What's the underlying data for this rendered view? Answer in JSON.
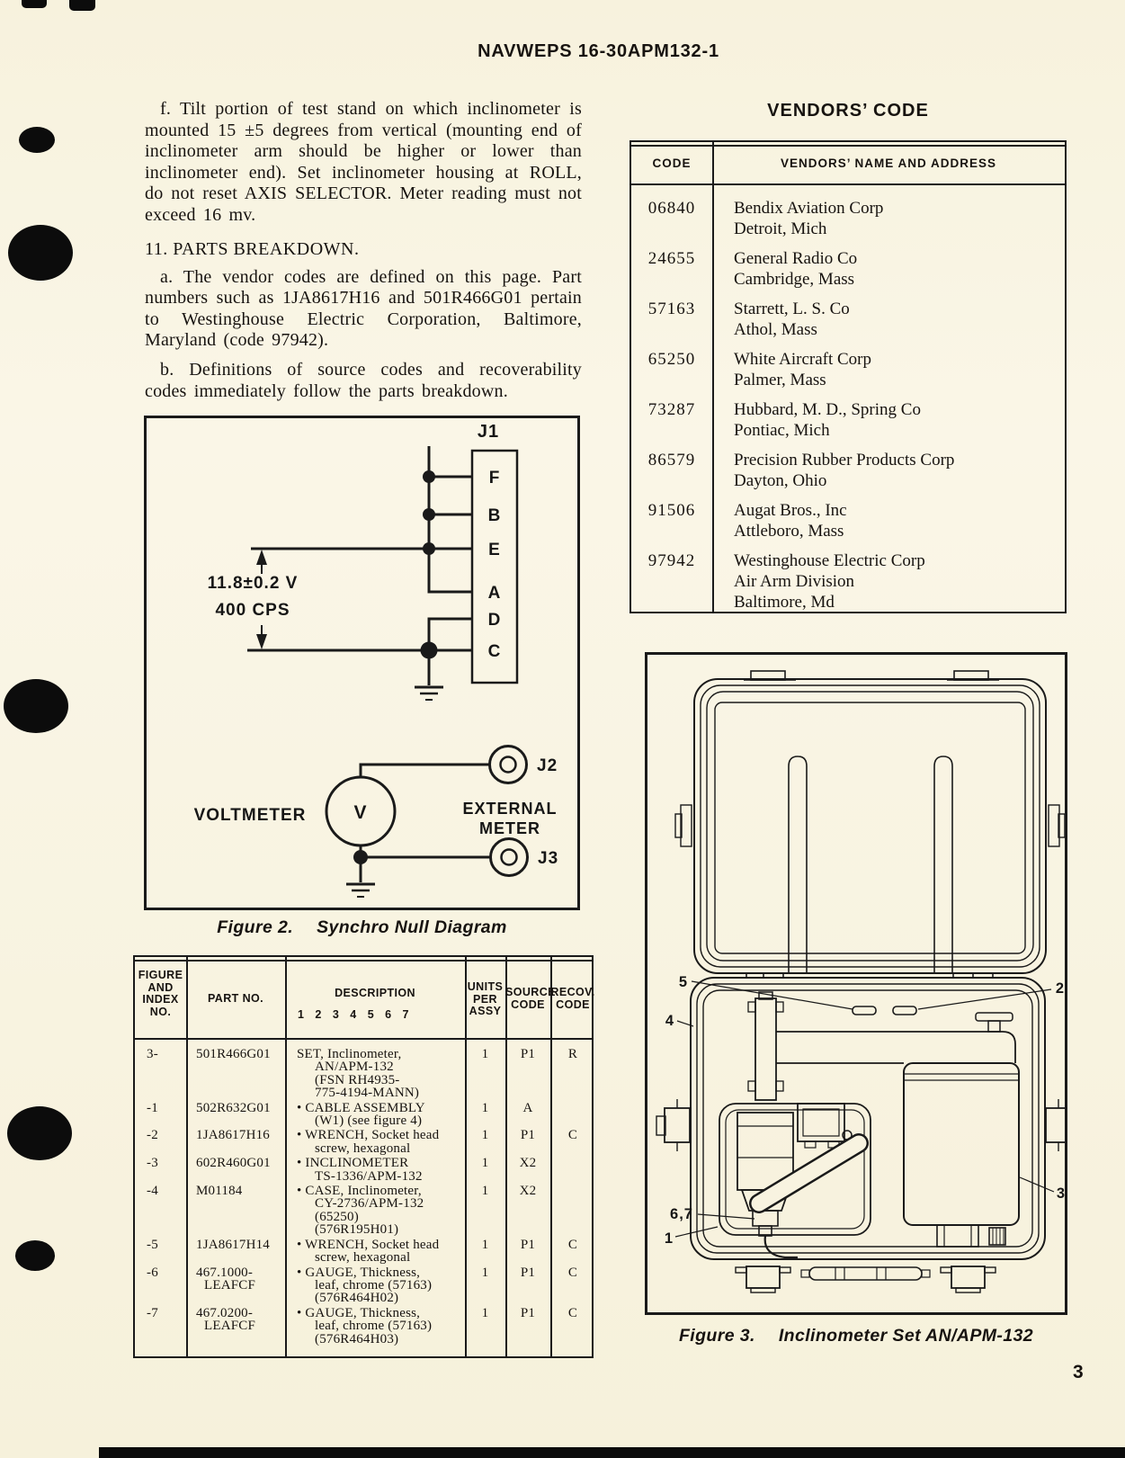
{
  "page": {
    "doc_number": "NAVWEPS 16-30APM132-1",
    "page_number": "3"
  },
  "intro": {
    "para_f": "f. Tilt portion of test stand on which inclinometer is mounted 15 ±5 degrees from vertical (mounting end of inclinometer arm should be higher or lower than inclinometer end). Set inclinometer housing at ROLL, do not reset AXIS SELECTOR. Meter reading must not exceed 16 mv.",
    "section_heading": "11. PARTS BREAKDOWN.",
    "para_a": "a. The vendor codes are defined on this page. Part numbers such as 1JA8617H16 and 501R466G01 pertain to Westinghouse Electric Corporation, Baltimore, Maryland (code 97942).",
    "para_b": "b. Definitions of source codes and recoverability codes immediately follow the parts breakdown."
  },
  "figure2": {
    "caption_label": "Figure 2.",
    "caption_title": "Synchro Null Diagram",
    "connector_label": "J1",
    "pins": [
      "F",
      "B",
      "E",
      "A",
      "D",
      "C"
    ],
    "voltage_label": "11.8±0.2 V",
    "frequency_label": "400 CPS",
    "voltmeter_label": "VOLTMETER",
    "voltmeter_symbol": "V",
    "jack2_label": "J2",
    "jack3_label": "J3",
    "external_meter": [
      "EXTERNAL",
      "METER"
    ]
  },
  "vendors": {
    "title": "VENDORS’ CODE",
    "columns": {
      "code": "CODE",
      "name": "VENDORS’ NAME AND ADDRESS"
    },
    "rows": [
      {
        "code": "06840",
        "lines": [
          "Bendix Aviation Corp",
          "Detroit, Mich"
        ]
      },
      {
        "code": "24655",
        "lines": [
          "General Radio Co",
          "Cambridge, Mass"
        ]
      },
      {
        "code": "57163",
        "lines": [
          "Starrett, L. S. Co",
          "Athol, Mass"
        ]
      },
      {
        "code": "65250",
        "lines": [
          "White Aircraft Corp",
          "Palmer, Mass"
        ]
      },
      {
        "code": "73287",
        "lines": [
          "Hubbard, M. D., Spring Co",
          "Pontiac, Mich"
        ]
      },
      {
        "code": "86579",
        "lines": [
          "Precision Rubber Products Corp",
          "Dayton, Ohio"
        ]
      },
      {
        "code": "91506",
        "lines": [
          "Augat Bros., Inc",
          "Attleboro, Mass"
        ]
      },
      {
        "code": "97942",
        "lines": [
          "Westinghouse Electric Corp",
          "Air Arm Division",
          "Baltimore, Md"
        ]
      }
    ]
  },
  "parts_table": {
    "headers": {
      "figure_index": [
        "FIGURE",
        "AND",
        "INDEX",
        "NO."
      ],
      "part_no": "PART NO.",
      "description": "DESCRIPTION",
      "description_sub": "1 2 3 4 5 6 7",
      "units": [
        "UNITS",
        "PER",
        "ASSY"
      ],
      "source": [
        "SOURCE",
        "CODE"
      ],
      "recov": [
        "RECOV.",
        "CODE"
      ]
    },
    "rows": [
      {
        "index": "3-",
        "part": [
          "501R466G01"
        ],
        "desc": [
          "SET, Inclinometer,",
          "AN/APM-132",
          "(FSN RH4935-",
          "775-4194-MANN)"
        ],
        "units": "1",
        "source": "P1",
        "recov": "R"
      },
      {
        "index": "-1",
        "part": [
          "502R632G01"
        ],
        "desc": [
          "• CABLE ASSEMBLY",
          "(W1) (see figure 4)"
        ],
        "units": "1",
        "source": "A",
        "recov": ""
      },
      {
        "index": "-2",
        "part": [
          "1JA8617H16"
        ],
        "desc": [
          "• WRENCH, Socket head",
          "screw, hexagonal"
        ],
        "units": "1",
        "source": "P1",
        "recov": "C"
      },
      {
        "index": "-3",
        "part": [
          "602R460G01"
        ],
        "desc": [
          "• INCLINOMETER",
          "TS-1336/APM-132"
        ],
        "units": "1",
        "source": "X2",
        "recov": ""
      },
      {
        "index": "-4",
        "part": [
          "M01184"
        ],
        "desc": [
          "• CASE, Inclinometer,",
          "CY-2736/APM-132",
          "(65250)",
          "(576R195H01)"
        ],
        "units": "1",
        "source": "X2",
        "recov": ""
      },
      {
        "index": "-5",
        "part": [
          "1JA8617H14"
        ],
        "desc": [
          "• WRENCH, Socket head",
          "screw, hexagonal"
        ],
        "units": "1",
        "source": "P1",
        "recov": "C"
      },
      {
        "index": "-6",
        "part": [
          "467.1000-",
          "LEAFCF"
        ],
        "desc": [
          "• GAUGE, Thickness,",
          "leaf, chrome (57163)",
          "(576R464H02)"
        ],
        "units": "1",
        "source": "P1",
        "recov": "C"
      },
      {
        "index": "-7",
        "part": [
          "467.0200-",
          "LEAFCF"
        ],
        "desc": [
          "• GAUGE, Thickness,",
          "leaf, chrome (57163)",
          "(576R464H03)"
        ],
        "units": "1",
        "source": "P1",
        "recov": "C"
      }
    ]
  },
  "figure3": {
    "caption_label": "Figure 3.",
    "caption_title": "Inclinometer Set AN/APM-132",
    "callouts": [
      "1",
      "2",
      "3",
      "4",
      "5",
      "6,7"
    ]
  },
  "colors": {
    "paper": "#f8f3e0",
    "ink": "#1a1a1a"
  }
}
